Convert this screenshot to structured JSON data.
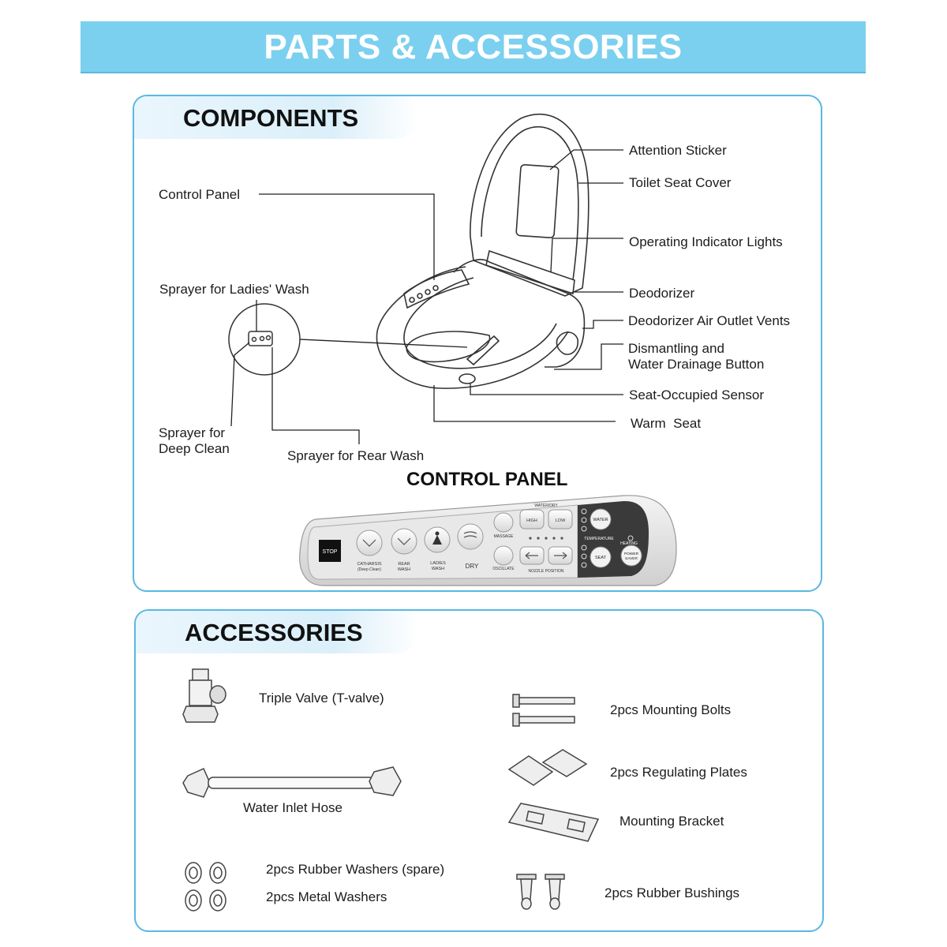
{
  "banner": {
    "title": "PARTS & ACCESSORIES"
  },
  "components": {
    "title": "COMPONENTS",
    "labels": {
      "attention_sticker": "Attention Sticker",
      "toilet_seat_cover": "Toilet Seat Cover",
      "control_panel": "Control Panel",
      "operating_indicator_lights": "Operating Indicator Lights",
      "sprayer_ladies_wash": "Sprayer for Ladies' Wash",
      "deodorizer": "Deodorizer",
      "deodorizer_air_outlet_vents": "Deodorizer Air Outlet Vents",
      "dismantling_line1": "Dismantling and",
      "dismantling_line2": "Water Drainage Button",
      "seat_occupied_sensor": "Seat-Occupied Sensor",
      "warm_seat": "Warm  Seat",
      "sprayer_deep_clean_line1": "Sprayer for",
      "sprayer_deep_clean_line2": "Deep Clean",
      "sprayer_rear_wash": "Sprayer for Rear Wash"
    }
  },
  "control_panel": {
    "title": "CONTROL PANEL",
    "buttons": {
      "stop": "STOP",
      "catharsis_line1": "CATHARSIS",
      "catharsis_line2": "(Deep Clean)",
      "rear_line1": "REAR",
      "rear_line2": "WASH",
      "ladies_line1": "LADIES",
      "ladies_line2": "WASH",
      "dry": "DRY",
      "massage": "MASSAGE",
      "oscillate": "OSCILLATE",
      "water_dry": "WATER/DRY",
      "high": "HIGH",
      "low": "LOW",
      "nozzle_position": "NOZZLE POSITION",
      "water": "WATER",
      "temperature": "TEMPERATURE",
      "heating": "HEATING",
      "seat": "SEAT",
      "power_line1": "POWER",
      "power_line2": "SAVER"
    }
  },
  "accessories": {
    "title": "ACCESSORIES",
    "items": {
      "triple_valve": "Triple Valve (T-valve)",
      "water_inlet_hose": "Water Inlet Hose",
      "rubber_washers": "2pcs Rubber Washers (spare)",
      "metal_washers": "2pcs Metal Washers",
      "mounting_bolts": "2pcs Mounting Bolts",
      "regulating_plates": "2pcs Regulating Plates",
      "mounting_bracket": "Mounting Bracket",
      "rubber_bushings": "2pcs Rubber Bushings"
    }
  }
}
